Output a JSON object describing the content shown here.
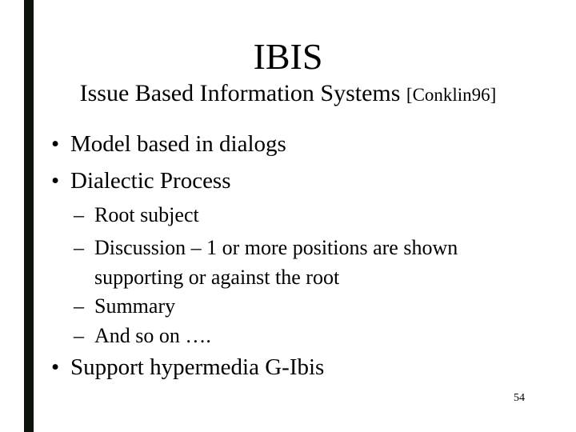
{
  "slide": {
    "background_color": "#ffffff",
    "text_color": "#000000",
    "accent_bar_color": "#0d120d",
    "title": "IBIS",
    "subtitle": {
      "main": "Issue Based Information Systems ",
      "citation": "[Conklin96]"
    },
    "bullets": {
      "l1_model": {
        "marker": "•",
        "label": "Model based in dialogs"
      },
      "l1_dialectic": {
        "marker": "•",
        "label": "Dialectic Process"
      },
      "l2_root": {
        "marker": "–",
        "label": "Root subject"
      },
      "l2_discussion": {
        "marker": "–",
        "label": "Discussion – 1 or more positions are shown supporting or against the root"
      },
      "l2_summary": {
        "marker": "–",
        "label": "Summary"
      },
      "l2_andsoon": {
        "marker": "–",
        "label": "And so on …."
      },
      "l1_support": {
        "marker": "•",
        "label": "Support hypermedia G-Ibis"
      }
    },
    "page_number": "54"
  }
}
